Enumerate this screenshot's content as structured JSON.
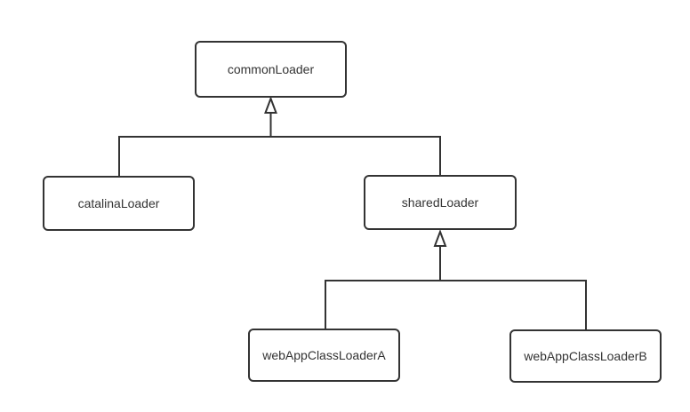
{
  "diagram": {
    "background_color": "#ffffff",
    "stroke_color": "#333333",
    "text_color": "#333333",
    "nodes": [
      {
        "id": "commonLoader",
        "label": "commonLoader"
      },
      {
        "id": "catalinaLoader",
        "label": "catalinaLoader"
      },
      {
        "id": "sharedLoader",
        "label": "sharedLoader"
      },
      {
        "id": "webAppClassLoaderA",
        "label": "webAppClassLoaderA"
      },
      {
        "id": "webAppClassLoaderB",
        "label": "webAppClassLoaderB"
      }
    ],
    "edges": [
      {
        "from": "catalinaLoader",
        "to": "commonLoader",
        "type": "inheritance-hollow-arrow"
      },
      {
        "from": "sharedLoader",
        "to": "commonLoader",
        "type": "inheritance-hollow-arrow"
      },
      {
        "from": "webAppClassLoaderA",
        "to": "sharedLoader",
        "type": "inheritance-hollow-arrow"
      },
      {
        "from": "webAppClassLoaderB",
        "to": "sharedLoader",
        "type": "inheritance-hollow-arrow"
      }
    ]
  }
}
